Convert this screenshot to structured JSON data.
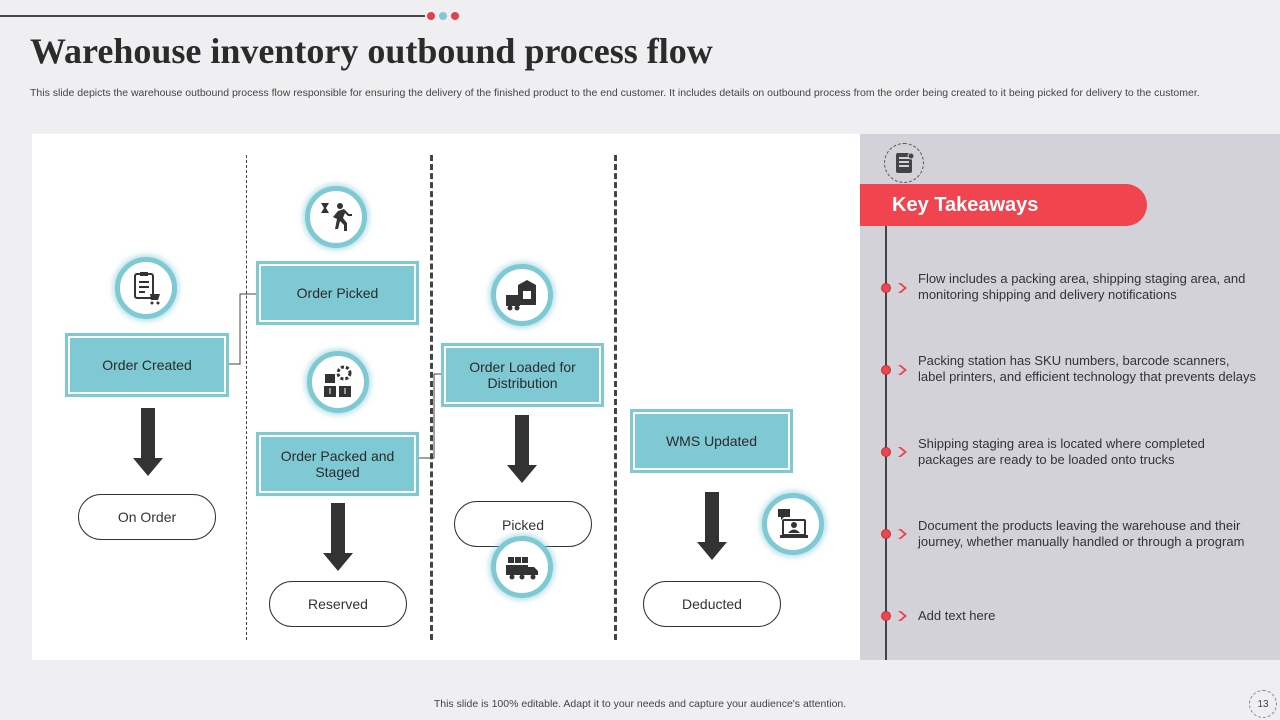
{
  "slide": {
    "title": "Warehouse inventory outbound process flow",
    "subtitle": "This slide depicts the warehouse outbound process flow responsible for ensuring the delivery of the finished product to the end customer. It includes details on outbound process from the order being created to it being picked for delivery to the customer.",
    "footer": "This slide is 100% editable.  Adapt it to your needs and capture your audience's attention.",
    "page_number": "13"
  },
  "flow": {
    "order_created": "Order Created",
    "on_order": "On Order",
    "order_picked": "Order Picked",
    "order_packed": "Order Packed and Staged",
    "reserved": "Reserved",
    "order_loaded": "Order Loaded for Distribution",
    "picked": "Picked",
    "wms_updated": "WMS Updated",
    "deducted": "Deducted"
  },
  "takeaways": {
    "heading": "Key Takeaways",
    "items": [
      "Flow includes a packing area, shipping staging area, and monitoring shipping and delivery  notifications",
      "Packing station has SKU numbers, barcode scanners, label printers, and efficient technology that prevents delays",
      "Shipping staging area is located where completed packages are ready to be loaded onto trucks",
      "Document the products leaving the warehouse  and their journey, whether manually handled or through a program",
      "Add text here"
    ]
  },
  "colors": {
    "accent_red": "#f0444f",
    "teal": "#7ec9d3",
    "dark": "#333333"
  }
}
